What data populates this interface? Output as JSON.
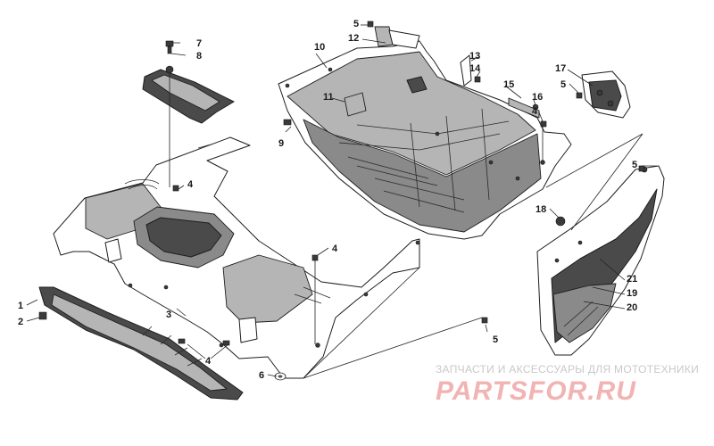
{
  "callouts": [
    "1",
    "2",
    "3",
    "4",
    "5",
    "6",
    "7",
    "8",
    "9",
    "10",
    "11",
    "12",
    "13",
    "14",
    "15",
    "16",
    "17",
    "18",
    "19",
    "20",
    "21"
  ],
  "watermark": {
    "top_text": "ЗАПЧАСТИ И АКСЕССУАРЫ ДЛЯ МОТОТЕХНИКИ",
    "logo_text": "PARTSFOR.RU"
  },
  "colors": {
    "line": "#1e1e1e",
    "panel_dark": "#4a4a4a",
    "watermark_logo": "#f2b3b3",
    "watermark_text": "#c9c9c9"
  }
}
